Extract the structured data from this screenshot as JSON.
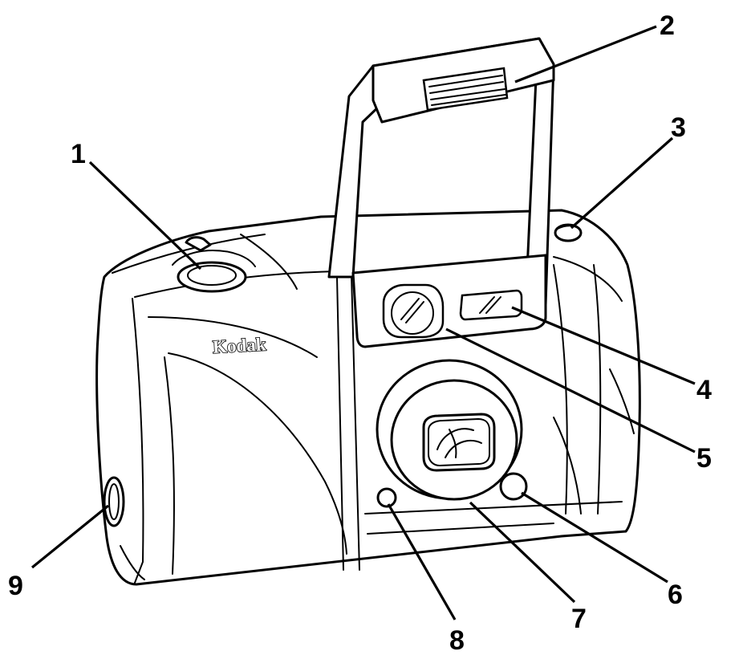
{
  "camera": {
    "brand": "Kodak"
  },
  "callouts": [
    {
      "id": "1",
      "label": "1"
    },
    {
      "id": "2",
      "label": "2"
    },
    {
      "id": "3",
      "label": "3"
    },
    {
      "id": "4",
      "label": "4"
    },
    {
      "id": "5",
      "label": "5"
    },
    {
      "id": "6",
      "label": "6"
    },
    {
      "id": "7",
      "label": "7"
    },
    {
      "id": "8",
      "label": "8"
    },
    {
      "id": "9",
      "label": "9"
    }
  ]
}
